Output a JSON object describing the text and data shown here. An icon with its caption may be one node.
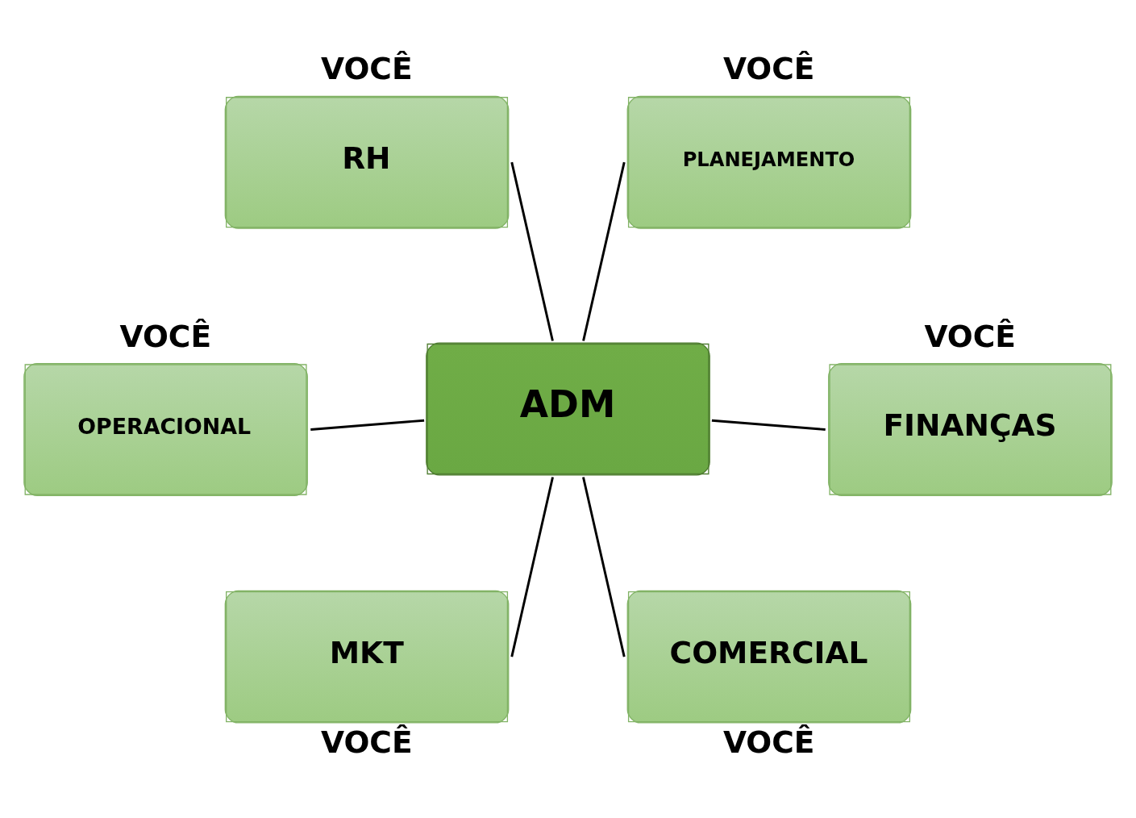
{
  "diagram": {
    "nodes": [
      {
        "text": [
          "RH"
        ],
        "beside": [
          "VOCÊ"
        ]
      },
      {
        "text": [
          "PLANEJAMENTO"
        ],
        "beside": [
          "VOCÊ"
        ]
      },
      {
        "text": [
          "OPERACIONAL"
        ],
        "beside": [
          "VOCÊ"
        ]
      },
      {
        "text": [
          "ADM"
        ]
      },
      {
        "text": [
          "FINANÇAS"
        ],
        "beside": [
          "VOCÊ"
        ]
      },
      {
        "text": [
          "MKT"
        ],
        "beside": [
          "VOCÊ"
        ]
      },
      {
        "text": [
          "COMERCIAL"
        ],
        "beside": [
          "VOCÊ"
        ]
      }
    ],
    "edges": [
      {
        "from": 0,
        "to": 3,
        "arrow": "none"
      },
      {
        "from": 1,
        "to": 3,
        "arrow": "none"
      },
      {
        "from": 2,
        "to": 3,
        "arrow": "none"
      },
      {
        "from": 3,
        "to": 4,
        "arrow": "none"
      },
      {
        "from": 3,
        "to": 5,
        "arrow": "none"
      },
      {
        "from": 3,
        "to": 6,
        "arrow": "none"
      }
    ]
  }
}
